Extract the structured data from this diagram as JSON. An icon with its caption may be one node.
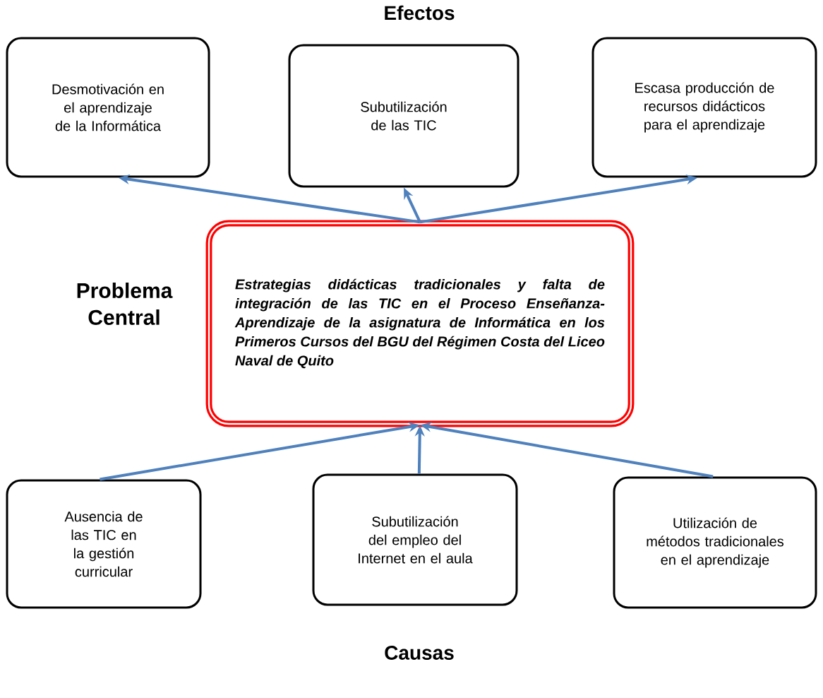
{
  "diagram": {
    "nodes": [
      {
        "text": [
          "Estrategias didácticas tradicionales y falta de integración de las TIC en el Proceso Enseñanza-Aprendizaje de la asignatura de Informática en los Primeros Cursos del BGU del Régimen Costa del Liceo Naval de Quito"
        ]
      },
      {
        "text": [
          "Desmotivación en el aprendizaje de la Informática"
        ]
      },
      {
        "text": [
          "Subutilización de las TIC"
        ]
      },
      {
        "text": [
          "Escasa producción de recursos didácticos para el aprendizaje"
        ]
      },
      {
        "text": [
          "Ausencia de las TIC en la gestión curricular"
        ]
      },
      {
        "text": [
          "Subutilización del empleo del Internet en el aula"
        ]
      },
      {
        "text": [
          "Utilización de métodos tradicionales en el aprendizaje"
        ]
      }
    ],
    "edges": [
      {
        "from": 0,
        "to": 1,
        "arrow": "to"
      },
      {
        "from": 0,
        "to": 2,
        "arrow": "to"
      },
      {
        "from": 0,
        "to": 3,
        "arrow": "to"
      },
      {
        "from": 4,
        "to": 0,
        "arrow": "to"
      },
      {
        "from": 5,
        "to": 0,
        "arrow": "to"
      },
      {
        "from": 6,
        "to": 0,
        "arrow": "to"
      }
    ],
    "labels": [
      "Efectos",
      "Problema Central",
      "Causas"
    ]
  }
}
